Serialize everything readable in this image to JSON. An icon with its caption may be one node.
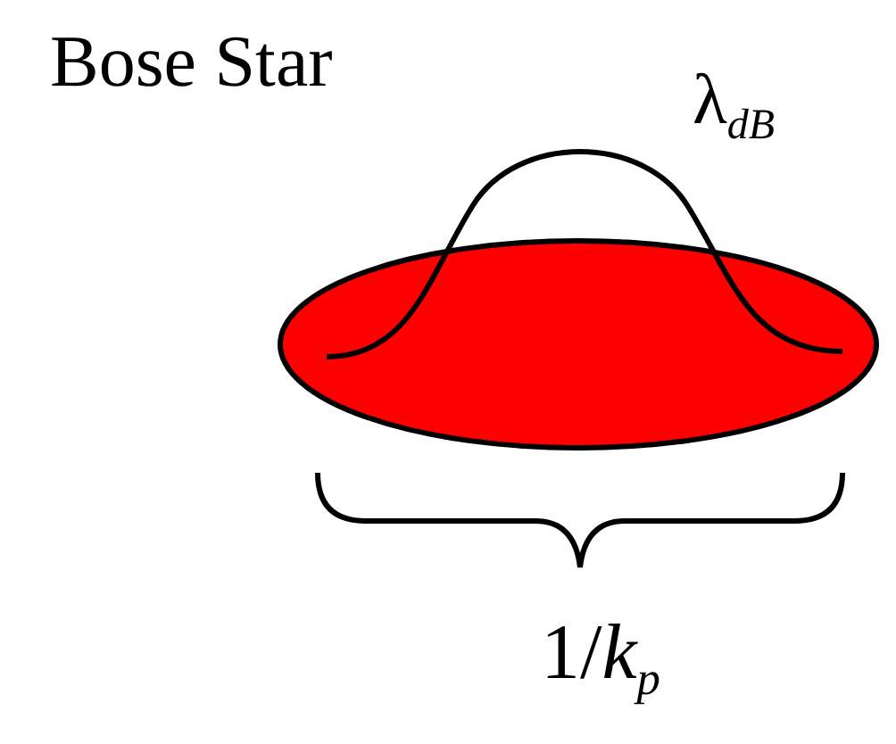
{
  "diagram": {
    "title": "Bose Star",
    "labels": [
      "λ$_{dB}$",
      "1/*k*$_{p}$"
    ]
  }
}
